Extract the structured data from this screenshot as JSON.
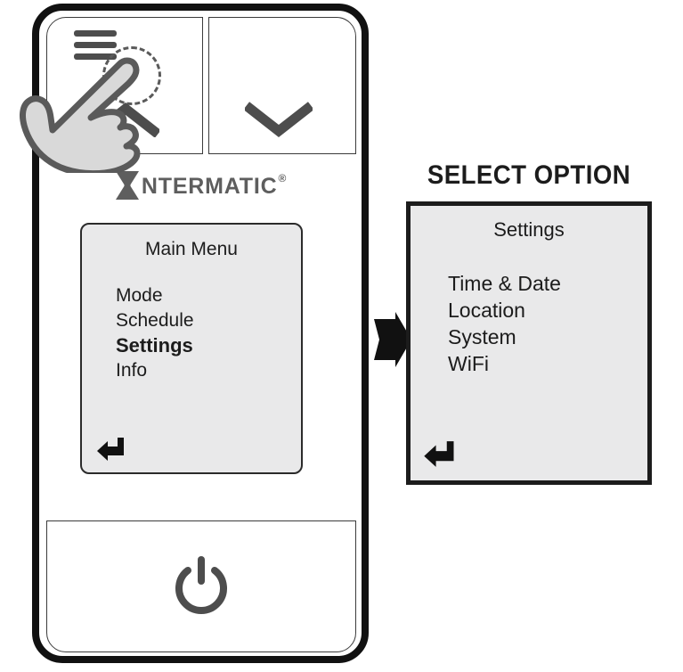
{
  "device": {
    "brand": {
      "name": "NTERMATIC",
      "registered": "®",
      "mark_icon": "intermatic-hourglass-logo"
    },
    "top_buttons": [
      {
        "name": "menu",
        "icon": "hamburger-menu-icon"
      },
      {
        "name": "up",
        "icon": "chevron-up-icon"
      },
      {
        "name": "down",
        "icon": "chevron-down-icon"
      }
    ],
    "power_button": {
      "icon": "power-icon"
    },
    "gesture": {
      "icon": "hand-tap-cursor-icon",
      "ripple": "tap-ripple-dashed-circle"
    }
  },
  "main_screen": {
    "title": "Main Menu",
    "items": [
      {
        "label": "Mode",
        "selected": false
      },
      {
        "label": "Schedule",
        "selected": false
      },
      {
        "label": "Settings",
        "selected": true
      },
      {
        "label": "Info",
        "selected": false
      }
    ],
    "enter_icon": "enter-return-arrow-icon"
  },
  "flow": {
    "arrow_icon": "right-arrow-icon"
  },
  "settings_screen": {
    "caption": "SELECT OPTION",
    "title": "Settings",
    "items": [
      {
        "label": "Time & Date"
      },
      {
        "label": "Location"
      },
      {
        "label": "System"
      },
      {
        "label": "WiFi"
      }
    ],
    "enter_icon": "enter-return-arrow-icon"
  },
  "colors": {
    "bezel": "#111111",
    "lcd_background": "#e9e9ea",
    "lcd_text": "#1c1c1c",
    "icon_gray": "#4d4d4d",
    "brand_gray": "#5e5e5e",
    "hand_fill": "#d9d9d9",
    "hand_stroke": "#5a5a5a"
  }
}
